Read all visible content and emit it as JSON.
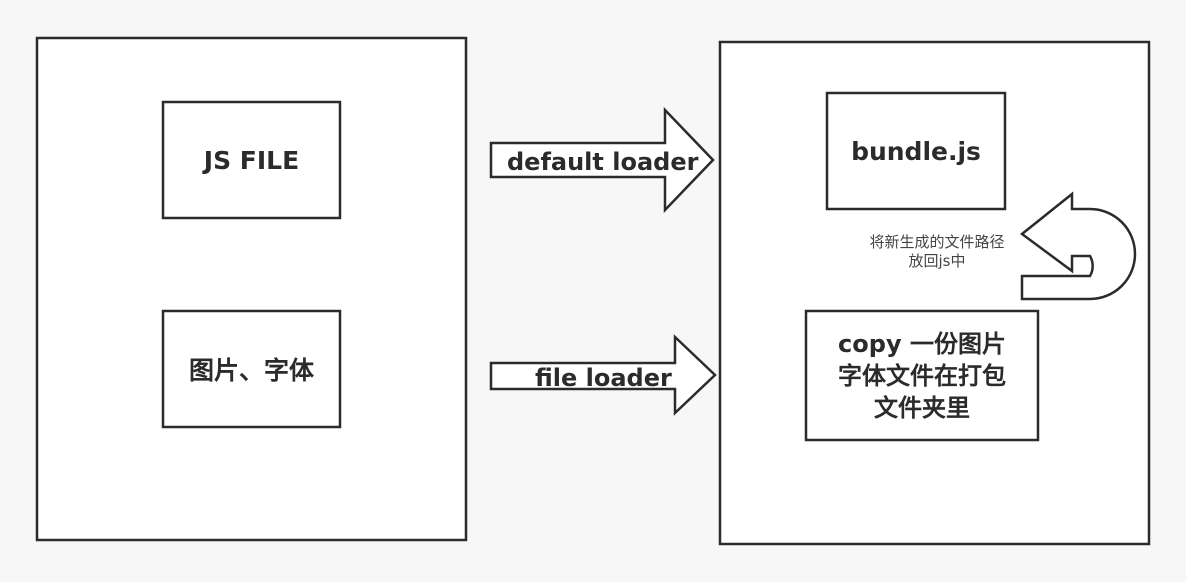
{
  "diagram": {
    "colors": {
      "background": "#f7f7f7",
      "stroke": "#2b2b2b",
      "fill": "#ffffff"
    },
    "source": {
      "js_file": "JS FILE",
      "assets": "图片、字体"
    },
    "arrows": {
      "default_loader": "default loader",
      "file_loader": "file loader",
      "return_note_line1": "将新生成的文件路径",
      "return_note_line2": "放回js中"
    },
    "output": {
      "bundle": "bundle.js",
      "copy_line1": "copy 一份图片",
      "copy_line2": "字体文件在打包",
      "copy_line3": "文件夹里"
    }
  }
}
